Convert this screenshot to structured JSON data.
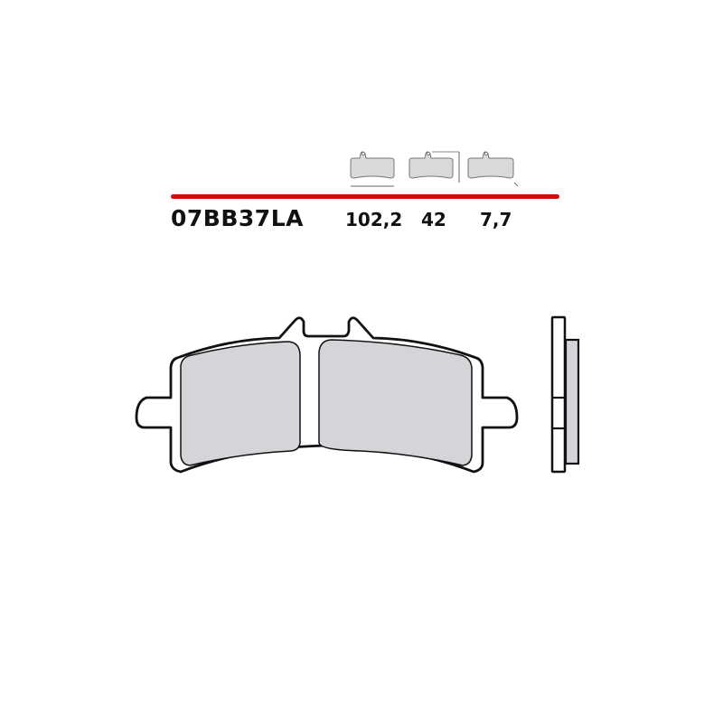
{
  "product": {
    "code": "07BB37LA",
    "dimensions": {
      "length": "102,2",
      "height": "42",
      "thickness": "7,7"
    }
  },
  "icons": {
    "length_icon": "pad-length-dimension-icon",
    "height_icon": "pad-height-dimension-icon",
    "thickness_icon": "pad-thickness-dimension-icon"
  },
  "colors": {
    "accent_line": "#d40a0a",
    "pad_fill": "#d4d5d8",
    "outline": "#111111",
    "text": "#111111"
  }
}
